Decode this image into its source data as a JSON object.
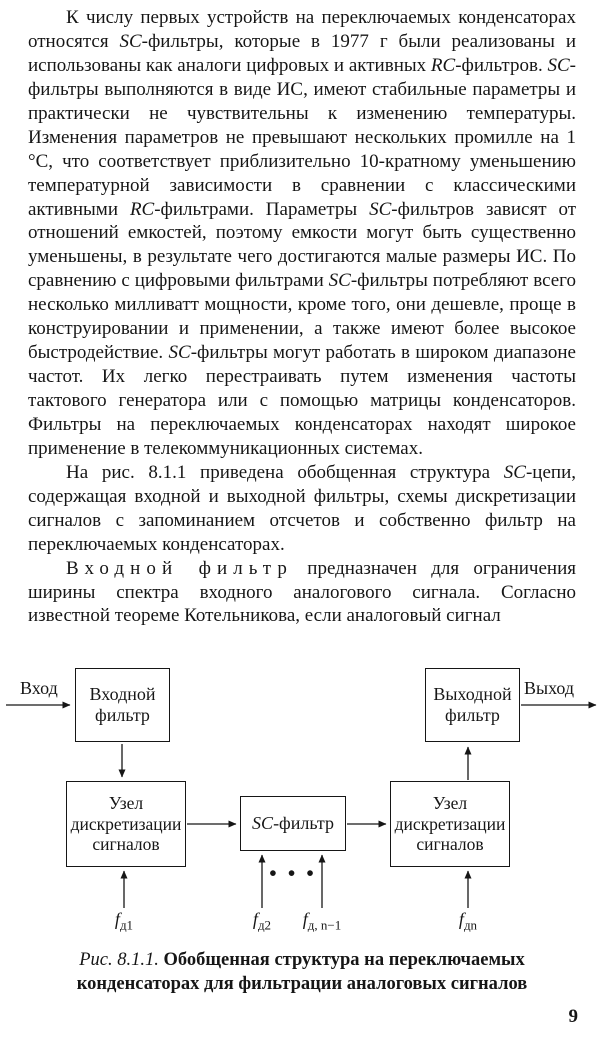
{
  "page_number": "9",
  "paragraphs": [
    {
      "segments": [
        {
          "t": "К числу первых устройств на переключаемых конденсаторах относятся "
        },
        {
          "t": "SC",
          "i": true
        },
        {
          "t": "-фильтры, которые в 1977 г были реализованы и использованы как аналоги цифровых и активных "
        },
        {
          "t": "RC",
          "i": true
        },
        {
          "t": "-фильтров. "
        },
        {
          "t": "SC",
          "i": true
        },
        {
          "t": "-фильтры выполняются в виде ИС, имеют стабильные параметры и практически не чувствительны к изменению температуры. Изменения параметров не превышают нескольких промилле на 1 °С, что соответствует приблизительно 10-кратному уменьшению температурной зависимости в сравнении с классическими активными "
        },
        {
          "t": "RC",
          "i": true
        },
        {
          "t": "-фильтрами. Параметры "
        },
        {
          "t": "SC",
          "i": true
        },
        {
          "t": "-фильтров зависят от отношений емкостей, поэтому емкости могут быть существенно уменьшены, в результате чего достигаются малые размеры ИС. По сравнению с цифровыми фильтрами "
        },
        {
          "t": "SC",
          "i": true
        },
        {
          "t": "-фильтры потребляют всего несколько милливатт мощности, кроме того, они дешевле, проще в конструировании и применении, а также имеют более высокое быстродействие. "
        },
        {
          "t": "SC",
          "i": true
        },
        {
          "t": "-фильтры могут работать в широком диапазоне частот. Их легко перестраивать путем изменения частоты тактового генератора или с помощью матрицы конденсаторов. Фильтры на переключаемых конденсаторах находят широкое применение в телекоммуникационных системах."
        }
      ]
    },
    {
      "segments": [
        {
          "t": "На рис. 8.1.1 приведена обобщенная структура "
        },
        {
          "t": "SC",
          "i": true
        },
        {
          "t": "-цепи, содержащая входной и выходной фильтры, схемы дискретизации сигналов с запоминанием отсчетов и собственно фильтр на переключаемых конденсаторах."
        }
      ]
    },
    {
      "segments": [
        {
          "t": "Входной фильтр",
          "sp": true
        },
        {
          "t": " предназначен для ограничения ширины спектра входного аналогового сигнала. Согласно известной теореме Котельникова, если аналоговый сигнал"
        }
      ]
    }
  ],
  "diagram": {
    "input_label": "Вход",
    "output_label": "Выход",
    "box_input_filter": "Входной фильтр",
    "box_output_filter": "Выходной фильтр",
    "box_sampler1": "Узел дискретизации сигналов",
    "box_sc_filter_segments": [
      {
        "t": "SC",
        "i": true
      },
      {
        "t": "-фильтр"
      }
    ],
    "box_sampler2": "Узел дискретизации сигналов",
    "dots": "• • •",
    "freq_labels": [
      {
        "base": "f",
        "sub": "д1"
      },
      {
        "base": "f",
        "sub": "д2"
      },
      {
        "base": "f",
        "sub": "д, n−1"
      },
      {
        "base": "f",
        "sub": "дn"
      }
    ]
  },
  "caption_segments": [
    {
      "t": "Рис. 8.1.1. ",
      "i": true
    },
    {
      "t": "Обобщенная структура на переключаемых конденсаторах для фильтрации аналоговых сигналов",
      "b": true
    }
  ]
}
